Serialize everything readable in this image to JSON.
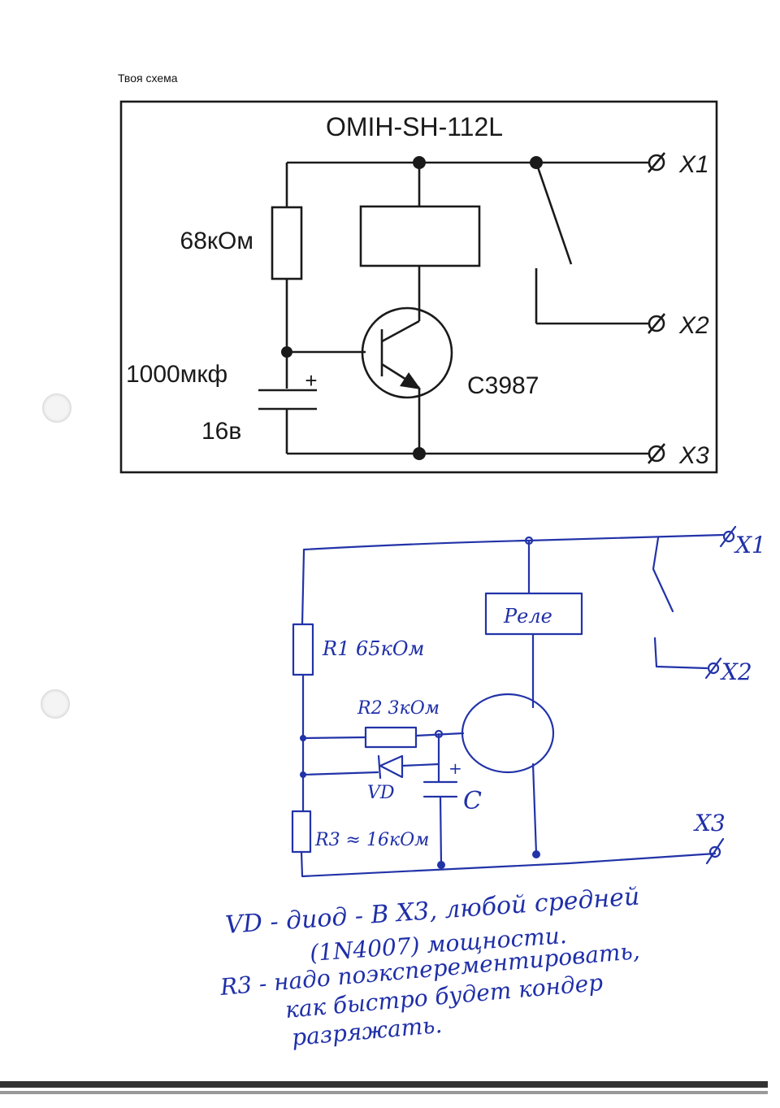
{
  "caption": "Твоя схема",
  "printed": {
    "title": "OMIH-SH-112L",
    "resistor": "68кОм",
    "capacitor_value": "1000мкф",
    "capacitor_voltage": "16в",
    "capacitor_polarity": "+",
    "transistor": "C3987",
    "terminal_x1": "X1",
    "terminal_x2": "X2",
    "terminal_x3": "X3"
  },
  "handwritten": {
    "relay": "Реле",
    "r1": "R1 65кОм",
    "r2": "R2 3кОм",
    "vd": "VD",
    "c": "C",
    "plus": "+",
    "r3": "R3 ≈ 16кОм",
    "x1": "X1",
    "x2": "X2",
    "x3": "X3",
    "note_line1": "VD - диод - В X3, любой средней",
    "note_line2": "(1N4007)    мощности.",
    "note_line3": "R3 - надо поэксперементировать,",
    "note_line4": "как быстро будет кондер",
    "note_line5": "разряжать."
  }
}
